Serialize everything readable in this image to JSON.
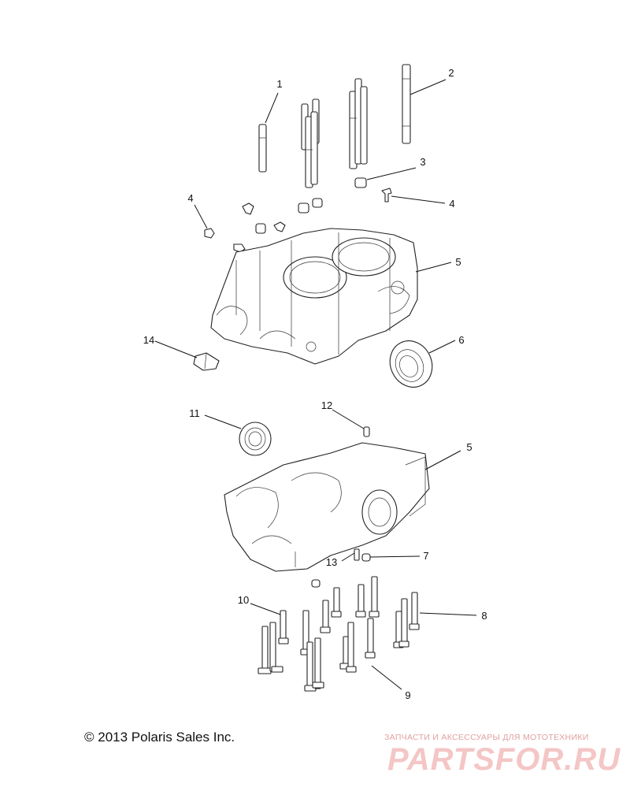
{
  "callouts": [
    {
      "id": "c1",
      "label": "1"
    },
    {
      "id": "c2",
      "label": "2"
    },
    {
      "id": "c3",
      "label": "3"
    },
    {
      "id": "c4a",
      "label": "4"
    },
    {
      "id": "c4b",
      "label": "4"
    },
    {
      "id": "c5a",
      "label": "5"
    },
    {
      "id": "c6",
      "label": "6"
    },
    {
      "id": "c14",
      "label": "14"
    },
    {
      "id": "c11",
      "label": "11"
    },
    {
      "id": "c12",
      "label": "12"
    },
    {
      "id": "c5b",
      "label": "5"
    },
    {
      "id": "c13",
      "label": "13"
    },
    {
      "id": "c7",
      "label": "7"
    },
    {
      "id": "c10",
      "label": "10"
    },
    {
      "id": "c8",
      "label": "8"
    },
    {
      "id": "c9",
      "label": "9"
    }
  ],
  "footer": {
    "copyright": "© 2013 Polaris Sales Inc.",
    "watermark_tagline": "ЗАПЧАСТИ И АКСЕССУАРЫ ДЛЯ МОТОТЕХНИКИ",
    "watermark_logo": "PARTSFOR.RU"
  }
}
